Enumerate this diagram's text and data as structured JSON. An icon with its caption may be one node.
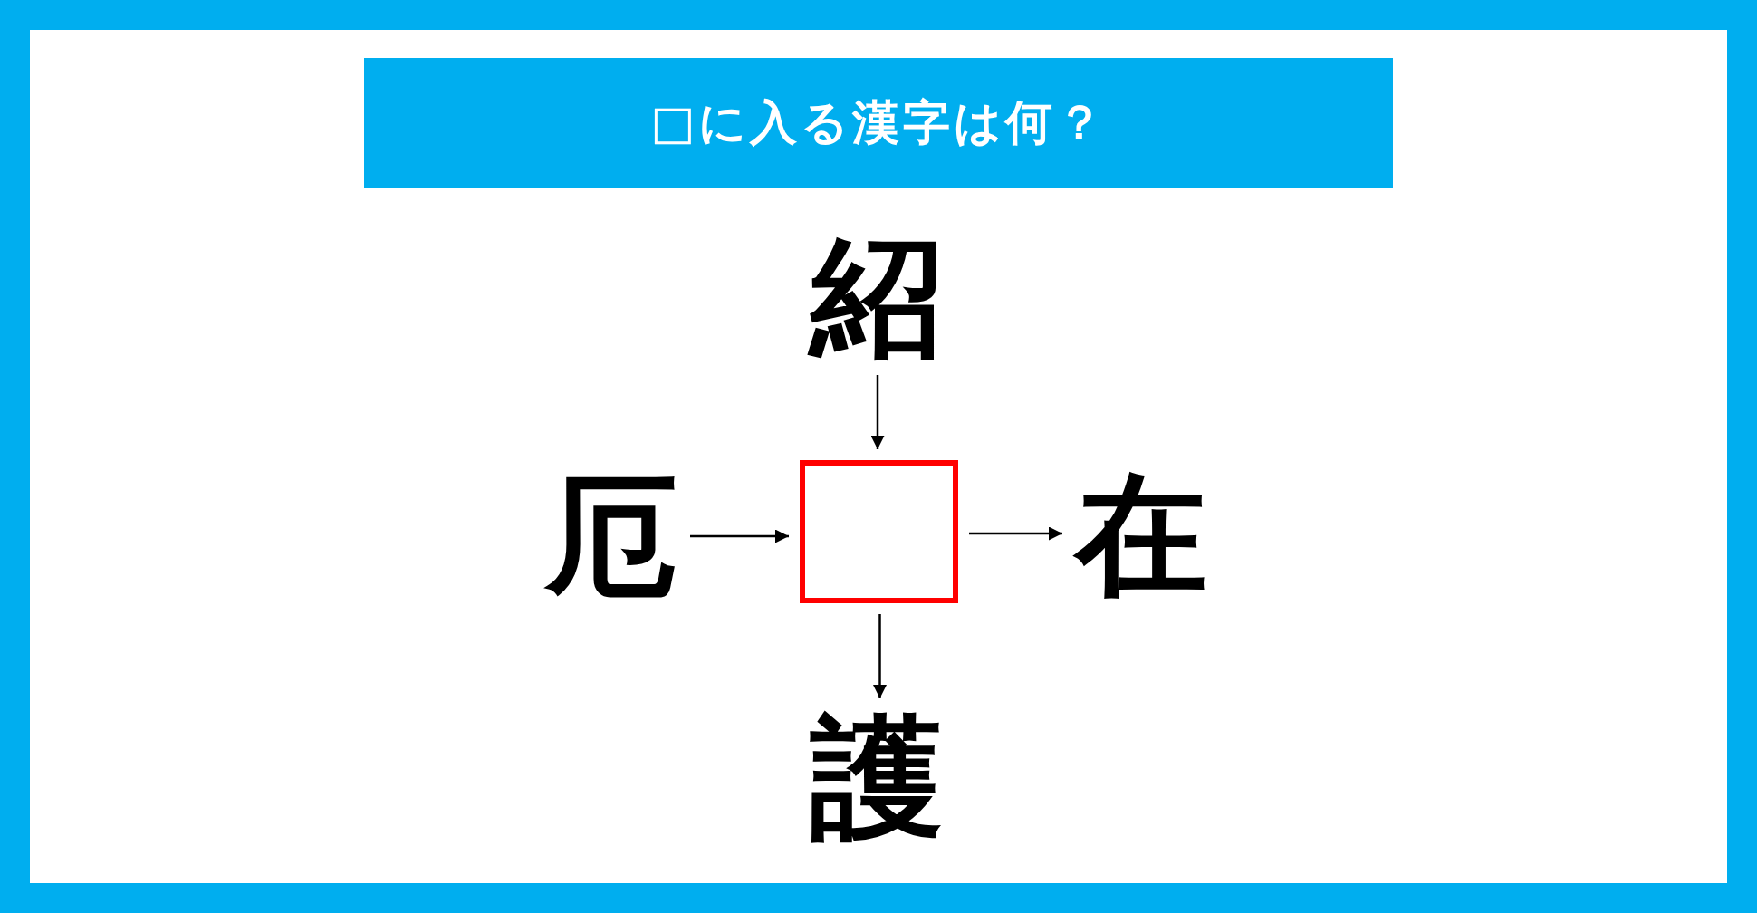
{
  "diagram": {
    "title": "□に入る漢字は何？",
    "nodes": [
      {
        "text": [
          "紹"
        ]
      },
      {
        "text": [
          "厄"
        ]
      },
      {
        "text": [],
        "shape": "box"
      },
      {
        "text": [
          "在"
        ]
      },
      {
        "text": [
          "護"
        ]
      }
    ],
    "edges": [
      {
        "from": 0,
        "to": 2,
        "arrow": "to"
      },
      {
        "from": 1,
        "to": 2,
        "arrow": "to"
      },
      {
        "from": 2,
        "to": 3,
        "arrow": "to"
      },
      {
        "from": 2,
        "to": 4,
        "arrow": "to"
      }
    ]
  }
}
